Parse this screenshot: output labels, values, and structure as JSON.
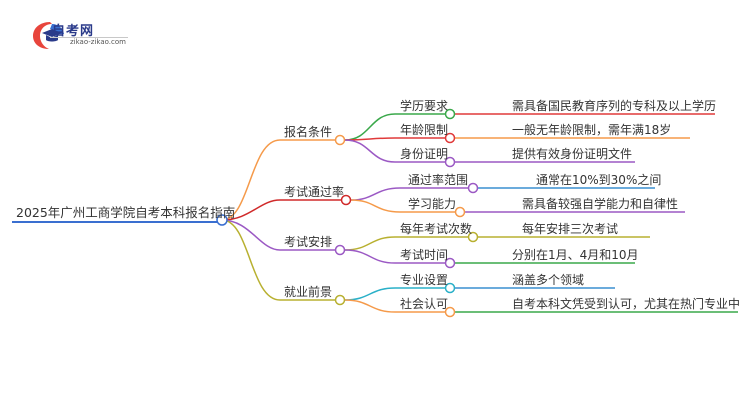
{
  "logo": {
    "title": "自考网",
    "subtitle": "zikao-zikao.com",
    "icon": "graduation-cap-icon"
  },
  "root": "2025年广州工商学院自考本科报名指南",
  "branches": [
    {
      "label": "报名条件",
      "color": "#f59a4a",
      "children": [
        {
          "label": "学历要求",
          "color": "#3aa84a",
          "detail": "需具备国民教育序列的专科及以上学历",
          "detail_color": "#e03a3a"
        },
        {
          "label": "年龄限制",
          "color": "#e03a3a",
          "detail": "一般无年龄限制，需年满18岁",
          "detail_color": "#f59a4a"
        },
        {
          "label": "身份证明",
          "color": "#9b59c4",
          "detail": "提供有效身份证明文件",
          "detail_color": "#9b59c4"
        }
      ]
    },
    {
      "label": "考试通过率",
      "color": "#d02a2a",
      "children": [
        {
          "label": "通过率范围",
          "color": "#9b59c4",
          "detail": "通常在10%到30%之间",
          "detail_color": "#3a8fd0"
        },
        {
          "label": "学习能力",
          "color": "#f59a4a",
          "detail": "需具备较强自学能力和自律性",
          "detail_color": "#9b59c4"
        }
      ]
    },
    {
      "label": "考试安排",
      "color": "#9b59c4",
      "children": [
        {
          "label": "每年考试次数",
          "color": "#b8b030",
          "detail": "每年安排三次考试",
          "detail_color": "#b8b030"
        },
        {
          "label": "考试时间",
          "color": "#9b59c4",
          "detail": "分别在1月、4月和10月",
          "detail_color": "#3aa84a"
        }
      ]
    },
    {
      "label": "就业前景",
      "color": "#b8b030",
      "children": [
        {
          "label": "专业设置",
          "color": "#2ab0c8",
          "detail": "涵盖多个领域",
          "detail_color": "#3a8fd0"
        },
        {
          "label": "社会认可",
          "color": "#f59a4a",
          "detail": "自考本科文凭受到认可，尤其在热门专业中",
          "detail_color": "#3aa84a"
        }
      ]
    }
  ],
  "root_color": "#3a6fd0"
}
